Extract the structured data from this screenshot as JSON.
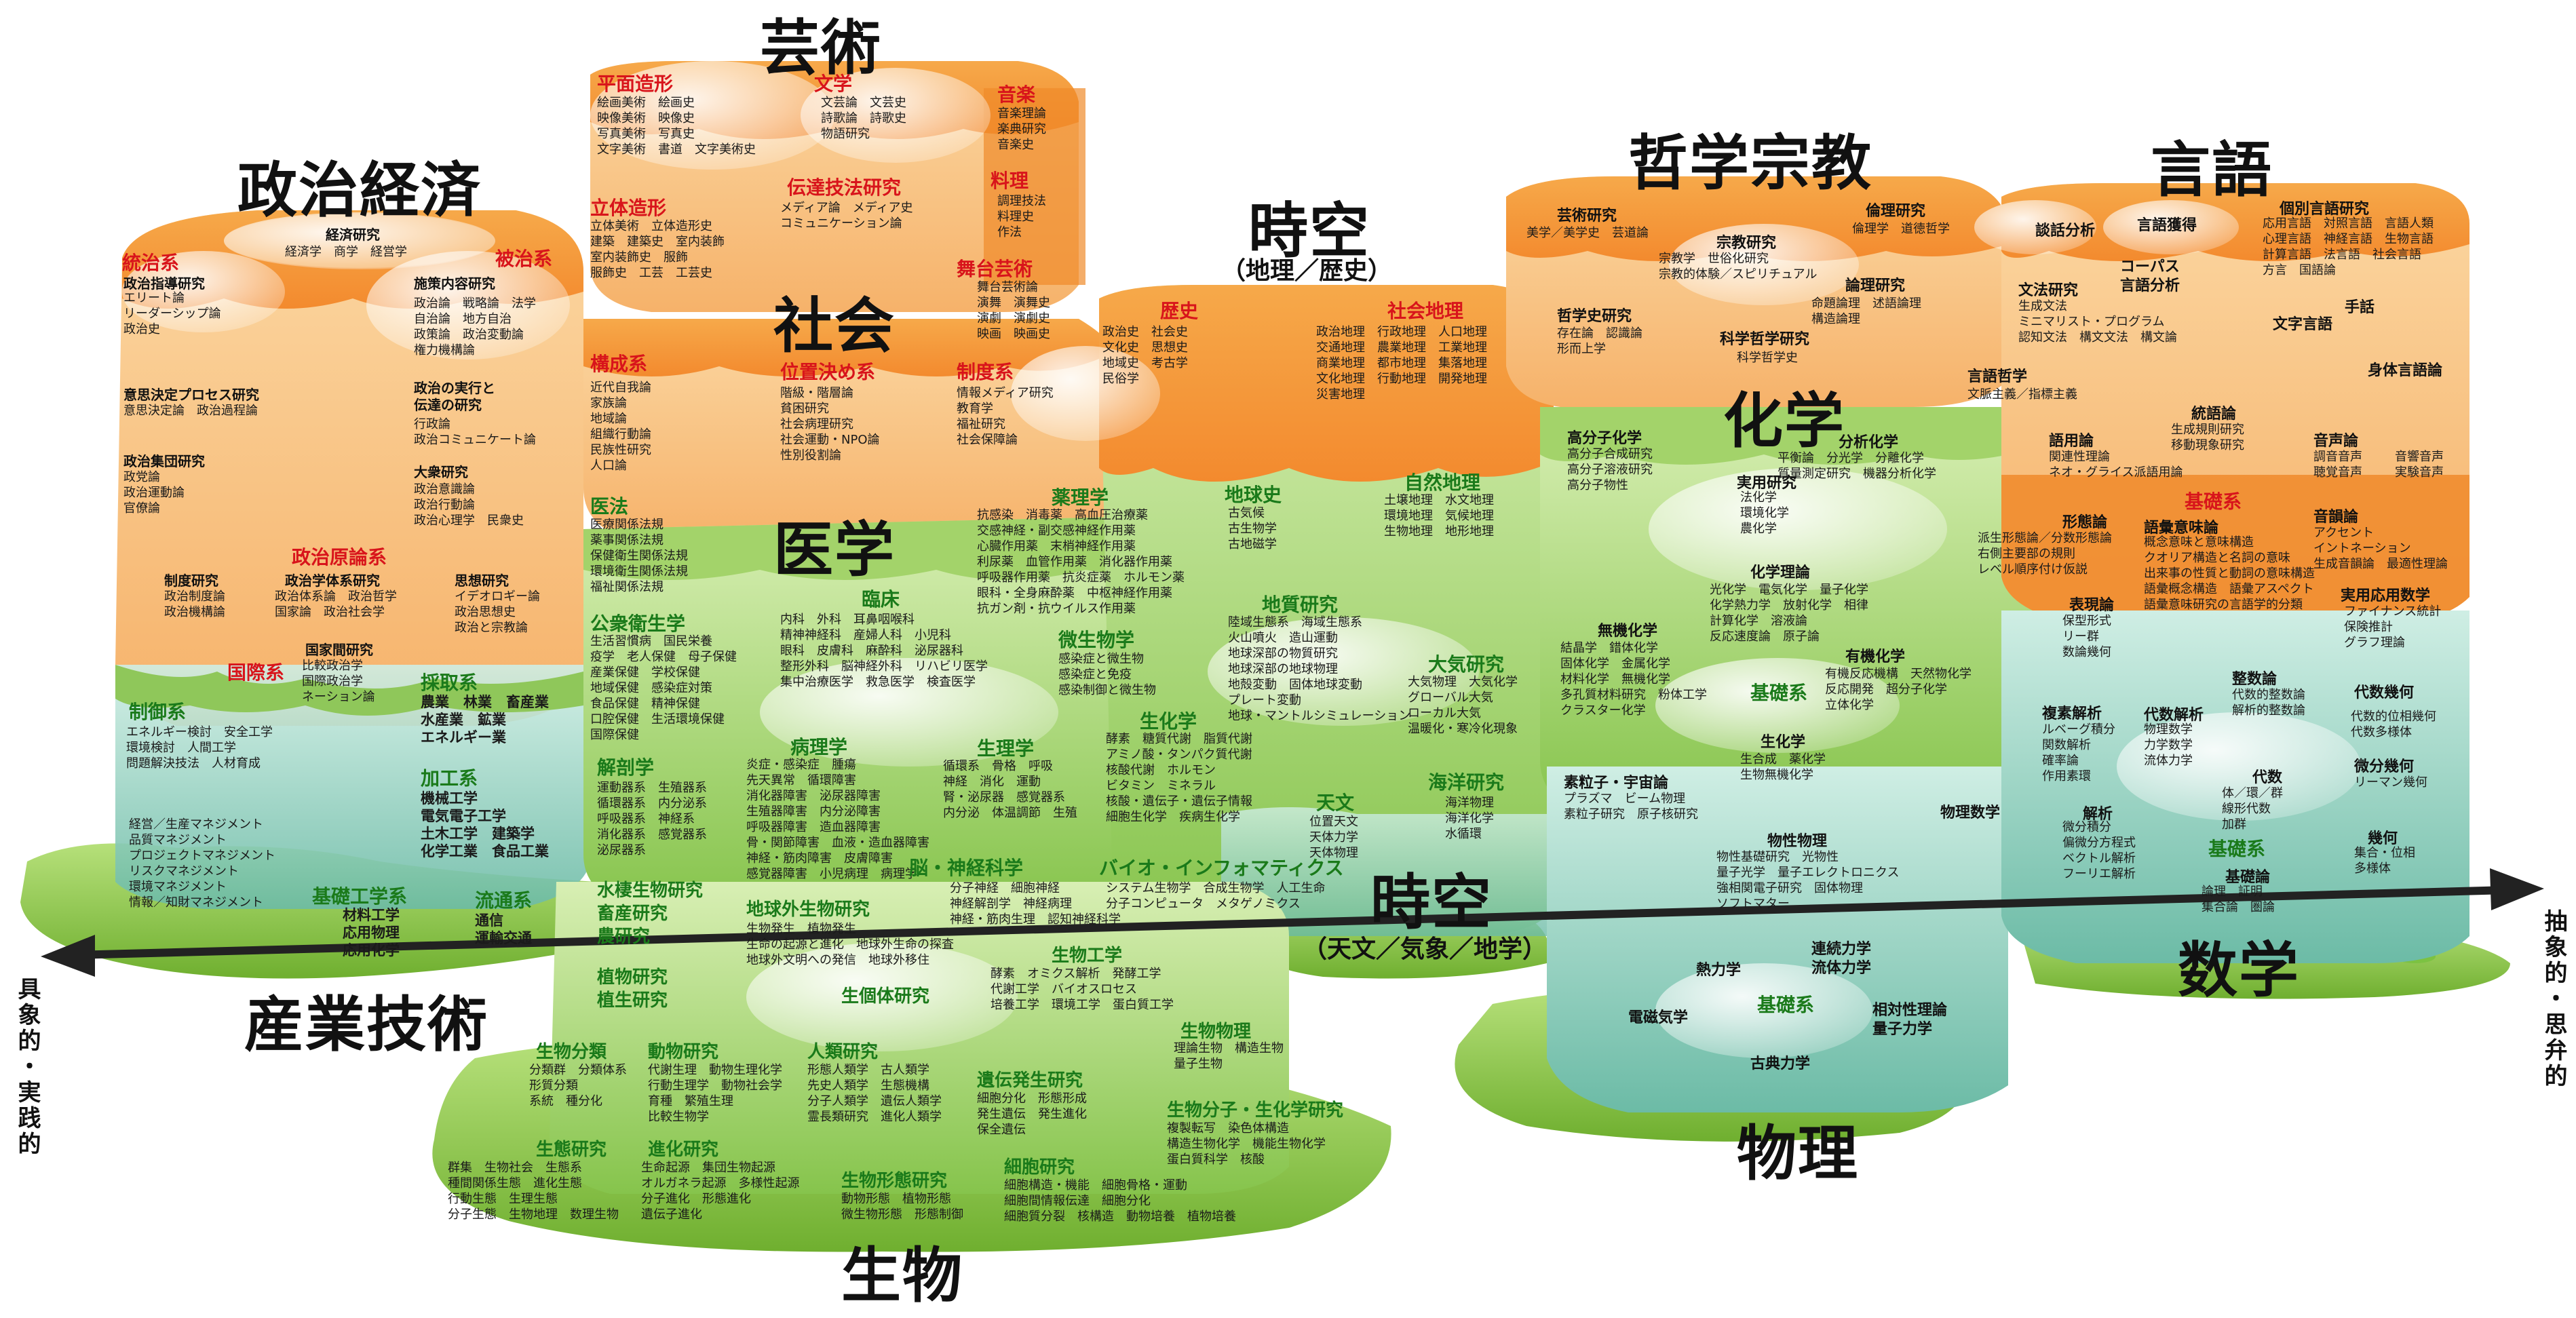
{
  "axis": {
    "left_label": "具象的・実践的",
    "right_label": "抽象的・思弁的"
  },
  "fields": {
    "art": "芸術",
    "politics": "政治経済",
    "society": "社会",
    "medicine": "医学",
    "spacetime_top": "時空",
    "spacetime_top_sub": "（地理／歴史）",
    "philosophy": "哲学宗教",
    "language": "言語",
    "chemistry": "化学",
    "industry": "産業技術",
    "spacetime_bottom": "時空",
    "spacetime_bottom_sub": "（天文／気象／地学）",
    "math": "数学",
    "physics": "物理",
    "biology": "生物"
  },
  "subfields": {
    "heimen": "平面造形",
    "bungaku": "文学",
    "ongaku": "音楽",
    "ryouri": "料理",
    "dentatsu": "伝達技法研究",
    "rittai": "立体造形",
    "butai": "舞台芸術",
    "touchi": "統治系",
    "hichi": "被治系",
    "kousei": "構成系",
    "ichi": "位置決め系",
    "seido": "制度系",
    "seiji_genron": "政治原論系",
    "kokusai": "国際系",
    "rekishi": "歴史",
    "shakai_chiri": "社会地理",
    "chikyuushi": "地球史",
    "shizen_chiri": "自然地理",
    "iryou": "医法",
    "yakurigaku": "薬理学",
    "rinshou": "臨床",
    "kouei": "公衆衛生学",
    "biseibutsu": "微生物学",
    "byouri": "病理学",
    "kaibou": "解剖学",
    "seiri": "生理学",
    "seika": "生化学",
    "nou": "脳・神経科学",
    "bio_info": "バイオ・インフォマティクス",
    "chishitsu": "地質研究",
    "taiki": "大気研究",
    "tenmon": "天文",
    "kaiyou": "海洋研究",
    "seigyo": "制御系",
    "saishu": "採取系",
    "kakou": "加工系",
    "kiso_kougaku": "基礎工学系",
    "ryuutsuu": "流通系",
    "kiso_butsuri": "基礎系",
    "kiso_suugaku": "基礎系",
    "kiso_gengo": "基礎系",
    "kiso_kagaku": "基礎系"
  },
  "topics": {
    "seiji_keizai": "経済研究",
    "seiji_keizai_list": "経済学　商学　経営学",
    "seiji_shidou": "政治指導研究",
    "seiji_shidou_list": "エリート論\nリーダーシップ論\n政治史",
    "seisaku_naiyou": "施策内容研究",
    "seisaku_naiyou_list": "政治論　戦略論　法学\n自治論　地方自治\n政策論　政治変動論\n権力機構論",
    "ishikettei": "意思決定プロセス研究",
    "ishikettei_list": "意思決定論　政治過程論",
    "jikkou": "政治の実行と\n伝達の研究",
    "jikkou_list": "行政論\n政治コミュニケート論",
    "shuudan": "政治集団研究",
    "shuudan_list": "政党論\n政治運動論\n官僚論",
    "taishuu": "大衆研究",
    "taishuu_list": "政治意識論\n政治行動論\n政治心理学　民衆史",
    "seido_kenkyuu": "制度研究",
    "seido_list": "政治制度論\n政治機構論",
    "seiji_shutai": "政治学体系研究",
    "seiji_shutai_list": "政治体系論　政治哲学\n国家論　政治社会学",
    "shisou": "思想研究",
    "shisou_list": "イデオロギー論\n政治思想史\n政治と宗教論",
    "kokka_kankei": "国家間研究",
    "kokka_kankei_list": "比較政治学\n国際政治学\nネーション論",
    "art_heimen_list": "絵画美術　絵画史\n映像美術　映像史\n写真美術　写真史\n文字美術　書道　文字美術史",
    "art_bungaku_list": "文芸論　文芸史\n詩歌論　詩歌史\n物語研究",
    "art_ongaku_list": "音楽理論\n楽典研究\n音楽史",
    "art_dentatsu_list": "メディア論　メディア史\nコミュニケーション論",
    "art_rittai_list": "立体美術　立体造形史\n建築　建築史　室内装飾\n室内装飾史　服飾\n服飾史　工芸　工芸史",
    "art_ryouri_list": "調理技法\n料理史\n作法",
    "art_butai_list": "舞台芸術論\n演舞　演舞史\n演劇　演劇史\n映画　映画史",
    "soc_kousei_list": "近代自我論\n家族論\n地域論\n組織行動論\n民族性研究\n人口論",
    "soc_ichi_list": "階級・階層論\n貧困研究\n社会病理研究\n社会運動・NPO論\n性別役割論",
    "soc_seido_list": "情報メディア研究\n教育学\n福祉研究\n社会保障論",
    "med_iryou_list": "医療関係法規\n薬事関係法規\n保健衛生関係法規\n環境衛生関係法規\n福祉関係法規",
    "med_yakuri_list": "抗感染　消毒薬　高血圧治療薬\n交感神経・副交感神経作用薬\n心臓作用薬　末梢神経作用薬\n利尿薬　血管作用薬　消化器作用薬\n呼吸器作用薬　抗炎症薬　ホルモン薬\n眼科・全身麻酔薬　中枢神経作用薬\n抗ガン剤・抗ウイルス作用薬",
    "med_rinshou_list": "内科　外科　耳鼻咽喉科\n精神神経科　産婦人科　小児科\n眼科　皮膚科　麻酔科　泌尿器科\n整形外科　脳神経外科　リハビリ医学\n集中治療医学　救急医学　検査医学",
    "med_kouei_list": "生活習慣病　国民栄養\n疫学　老人保健　母子保健\n産業保健　学校保健\n地域保健　感染症対策\n食品保健　精神保健\n口腔保健　生活環境保健\n国際保健",
    "med_biseibutsu_list": "感染症と微生物\n感染症と免疫\n感染制御と微生物",
    "med_byouri_list": "炎症・感染症　腫瘍\n先天異常　循環障害\n消化器障害　泌尿器障害\n生殖器障害　内分泌障害\n呼吸器障害　造血器障害\n骨・関節障害　血液・造血器障害\n神経・筋肉障害　皮膚障害\n感覚器障害　小児病理　病理学",
    "med_kaibou_list": "運動器系　生殖器系\n循環器系　内分泌系\n呼吸器系　神経系\n消化器系　感覚器系\n泌尿器系",
    "med_seiri_list": "循環系　骨格　呼吸\n神経　消化　運動\n腎・泌尿器　感覚器系\n内分泌　体温調節　生殖",
    "med_seika_list": "酵素　糖質代謝　脂質代謝\nアミノ酸・タンパク質代謝\n核酸代謝　ホルモン\nビタミン　ミネラル\n核酸・遺伝子・遺伝子情報\n細胞生化学　疾病生化学",
    "bio_nou_list": "分子神経　細胞神経\n神経解剖学　神経病理\n神経・筋肉生理　認知神経科学",
    "bio_info_list": "システム生物学　合成生物学　人工生命\n分子コンピュータ　メタゲノミクス",
    "geo_rekishi_list": "政治史　社会史\n文化史　思想史\n地域史　考古学\n民俗学",
    "geo_shakai_list": "政治地理　行政地理　人口地理\n交通地理　農業地理　工業地理\n商業地理　都市地理　集落地理\n文化地理　行動地理　開発地理\n災害地理",
    "geo_chikyuushi_list": "古気候\n古生物学\n古地磁学",
    "geo_shizen_list": "土壌地理　水文地理\n環境地理　気候地理\n生物地理　地形地理",
    "geo_chishitsu_list": "陸域生態系　海域生態系\n火山噴火　造山運動\n地球深部の物質研究\n地球深部の地球物理\n地殻変動　固体地球変動\nプレート変動\n地球・マントルシミュレーション",
    "geo_taiki_list": "大気物理　大気化学\nグローバル大気\nローカル大気\n温暖化・寒冷化現象",
    "geo_tenmon_list": "位置天文\n天体力学\n天体物理",
    "geo_kaiyou_list": "海洋物理\n海洋化学\n水循環",
    "phil_geijutsu": "芸術研究",
    "phil_geijutsu_list": "美学／美学史　芸道論",
    "phil_shuukyou": "宗教研究",
    "phil_shuukyou_list": "宗教学　世俗化研究\n宗教的体験／スピリチュアル",
    "phil_rinri": "倫理研究",
    "phil_rinri_list": "倫理学　道徳哲学",
    "phil_tetsugakushi": "哲学史研究",
    "phil_tetsugakushi_list": "存在論　認識論\n形而上学",
    "phil_kagaku": "科学哲学研究",
    "phil_kagaku_list": "科学哲学史",
    "phil_ronri": "論理研究",
    "phil_ronri_list": "命題論理　述語論理\n構造論理",
    "lang_danwa": "談話分析",
    "lang_kakutoku": "言語獲得",
    "lang_kobetsu": "個別言語研究",
    "lang_kobetsu_list": "応用言語　対照言語　言語人類\n心理言語　神経言語　生物言語\n計算言語　法言語　社会言語\n方言　国語論",
    "lang_corpus": "コーパス\n言語分析",
    "lang_bunpou": "文法研究",
    "lang_bunpou_list": "生成文法\nミニマリスト・プログラム\n認知文法　構文文法　構文論",
    "lang_shuwa": "手話",
    "lang_moji": "文字言語",
    "lang_tetsugaku": "言語哲学",
    "lang_tetsugaku_list": "文脈主義／指標主義",
    "lang_shintai": "身体言語論",
    "lang_tougo": "統語論",
    "lang_tougo_list": "生成規則研究\n移動現象研究",
    "lang_goyou": "語用論",
    "lang_goyou_list": "関連性理論\nネオ・グライス派語用論",
    "lang_onsei": "音声論",
    "lang_onsei_list": "調音音声\n聴覚音声",
    "lang_onkyou": "音響音声\n実験音声",
    "lang_keitai": "形態論",
    "lang_keitai_list": "派生形態論／分数形態論\n右側主要部の規則\nレベル順序付け仮説",
    "lang_imi": "語彙意味論",
    "lang_imi_list": "概念意味と意味構造\nクオリア構造と名詞の意味\n出来事の性質と動詞の意味構造\n語彙概念構造　語彙アスペクト\n語彙意味研究の言語学的分類",
    "lang_inritsu": "音韻論",
    "lang_inritsu_list": "アクセント\nイントネーション\n生成音韻論　最適性理論",
    "lang_jitsuyou": "実用応用数学",
    "lang_jitsuyou_list": "ファイナンス統計\n保険推計\nグラフ理論",
    "chem_koubunshi": "高分子化学",
    "chem_koubunshi_list": "高分子合成研究\n高分子溶液研究\n高分子物性",
    "chem_jitsuyou": "実用研究",
    "chem_jitsuyou_list": "法化学\n環境化学\n農化学",
    "chem_bunseki": "分析化学",
    "chem_bunseki_list": "平衡論　分光学　分離化学\n質量測定研究　機器分析化学",
    "chem_riron": "化学理論",
    "chem_riron_list": "光化学　電気化学　量子化学\n化学熱力学　放射化学　相律\n計算化学　溶液論\n反応速度論　原子論",
    "chem_muki": "無機化学",
    "chem_muki_list": "結晶学　錯体化学\n固体化学　金属化学\n材料化学　無機化学\n多孔質材料研究　粉体工学\nクラスター化学",
    "chem_yuuki": "有機化学",
    "chem_yuuki_list": "有機反応機構　天然物化学\n反応開発　超分子化学\n立体化学",
    "chem_seikagaku": "生化学",
    "chem_seikagaku_list": "生合成　薬化学\n生物無機化学",
    "phy_soryuushi": "素粒子・宇宙論",
    "phy_soryuushi_list": "プラズマ　ビーム物理\n素粒子研究　原子核研究",
    "phy_suugaku": "物理数学",
    "phy_bussei": "物性物理",
    "phy_bussei_list": "物性基礎研究　光物性\n量子光学　量子エレクトロニクス\n強相関電子研究　固体物理\nソフトマター",
    "phy_netsu": "熱力学",
    "phy_ryuutai": "連続力学\n流体力学",
    "phy_denji": "電磁気学",
    "phy_soutai": "相対性理論\n量子力学",
    "phy_koten": "古典力学",
    "math_kaiseki": "複素解析",
    "math_kaiseki_list": "ルベーグ積分\n関数解析\n確率論\n作用素環",
    "math_daisuu": "代数解析",
    "math_daisuu_list": "物理数学\n力学数学\n流体力学",
    "math_kika": "代数幾何",
    "math_kika_list": "代数的位相幾何\n代数多様体",
    "math_bibun": "微分幾何",
    "math_bibun_list": "リーマン幾何",
    "math_seisuu": "整数論",
    "math_seisuu_list": "代数的整数論\n解析的整数論",
    "math_hyougen": "表現論",
    "math_hyougen_list": "保型形式\nリー群\n数論幾何",
    "math_kaiseki2": "解析",
    "math_kaiseki2_list": "微分積分\n偏微分方程式\nベクトル解析\nフーリエ解析",
    "math_dai": "代数",
    "math_dai_list": "体／環／群\n線形代数\n加群",
    "math_kika2": "幾何",
    "math_kika2_list": "集合・位相\n多様体",
    "math_kiso": "基礎論",
    "math_kiso_list": "論理　証明\n集合論　圏論",
    "ind_seigyo_list": "エネルギー検討　安全工学\n環境検討　人間工学\n問題解決技法　人材育成",
    "ind_saishu_list": "農業　林業　畜産業\n水産業　鉱業\nエネルギー業",
    "ind_kakou_list": "機械工学\n電気電子工学\n土木工学　建築学\n化学工業　食品工業",
    "ind_manage_list": "経営／生産マネジメント\n品質マネジメント\nプロジェクトマネジメント\nリスクマネジメント\n環境マネジメント\n情報／知財マネジメント",
    "ind_kiso_list": "材料工学\n応用物理\n応用化学",
    "ind_ryuutsuu_list": "通信\n運輸交通",
    "bio_suisei": "水棲生物研究",
    "bio_chikuzan": "畜産研究",
    "bio_nousan": "農研究",
    "bio_chikyuugai": "地球外生物研究",
    "bio_chikyuugai_list": "生物発生　植物発生\n生命の起源と進化　地球外生命の探査\n地球外文明への発信　地球外移住",
    "bio_shokubutsu": "植物研究",
    "bio_shokusei": "植生研究",
    "bio_seitai_kotai": "生個体研究",
    "bio_kougaku": "生物工学",
    "bio_kougaku_list": "酵素　オミクス解析　発酵工学\n代謝工学　バイオスロセス\n培養工学　環境工学　蛋白質工学",
    "bio_bunrui": "生物分類",
    "bio_bunrui_list": "分類群　分類体系\n形質分類\n系統　種分化",
    "bio_doubutsu": "動物研究",
    "bio_doubutsu_list": "代謝生理　動物生理化学\n行動生理学　動物社会学\n育種　繁殖生理\n比較生物学",
    "bio_jinrui": "人類研究",
    "bio_jinrui_list": "形態人類学　古人類学\n先史人類学　生態機構\n分子人類学　遺伝人類学\n霊長類研究　進化人類学",
    "bio_iden": "遺伝発生研究",
    "bio_iden_list": "細胞分化　形態形成\n発生遺伝　発生進化\n保全遺伝",
    "bio_butsuri": "生物物理",
    "bio_butsuri_list": "理論生物　構造生物\n量子生物",
    "bio_bunshi": "生物分子・生化学研究",
    "bio_bunshi_list": "複製転写　染色体構造\n構造生物化学　機能生物化学\n蛋白質科学　核酸",
    "bio_seitai": "生態研究",
    "bio_seitai_list": "群集　生物社会　生態系\n種間関係生態　進化生態\n行動生態　生理生態\n分子生態　生物地理　数理生物",
    "bio_shinka": "進化研究",
    "bio_shinka_list": "生命起源　集団生物起源\nオルガネラ起源　多様性起源\n分子進化　形態進化\n遺伝子進化",
    "bio_keitai": "生物形態研究",
    "bio_keitai_list": "動物形態　植物形態\n微生物形態　形態制御",
    "bio_saibou": "細胞研究",
    "bio_saibou_list": "細胞構造・機能　細胞骨格・運動\n細胞間情報伝達　細胞分化\n細胞質分裂　核構造　動物培養　植物培養"
  },
  "colors": {
    "orange": "#f08a2a",
    "orange_light": "#fbc67a",
    "green": "#7cc242",
    "green_light": "#c9e8a0",
    "teal": "#5fb8a0",
    "red_label": "#d8141b",
    "green_label": "#1a7a1a"
  }
}
